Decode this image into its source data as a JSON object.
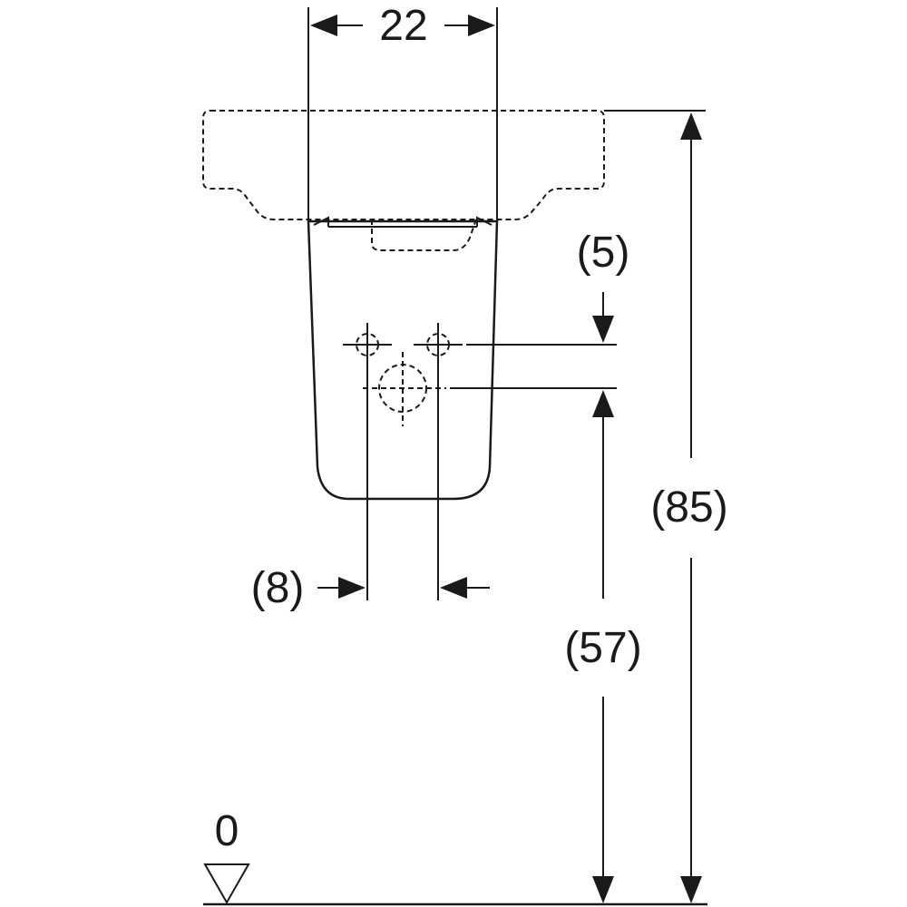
{
  "dimensions": {
    "width_label": "22",
    "drain_offset_label": "(5)",
    "total_height_label": "(85)",
    "outlet_height_label": "(57)",
    "pipe_spacing_label": "(8)",
    "floor_level_label": "0"
  },
  "colors": {
    "line": "#1a1a1a",
    "background": "#ffffff"
  }
}
